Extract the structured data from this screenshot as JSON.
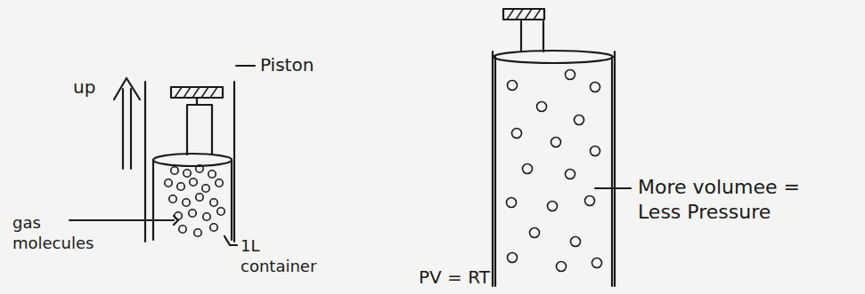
{
  "diagram": {
    "labels": [
      "up",
      "Piston",
      "gas molecules",
      "1L container",
      "More volumee = Less Pressure",
      "PV = RT"
    ]
  }
}
